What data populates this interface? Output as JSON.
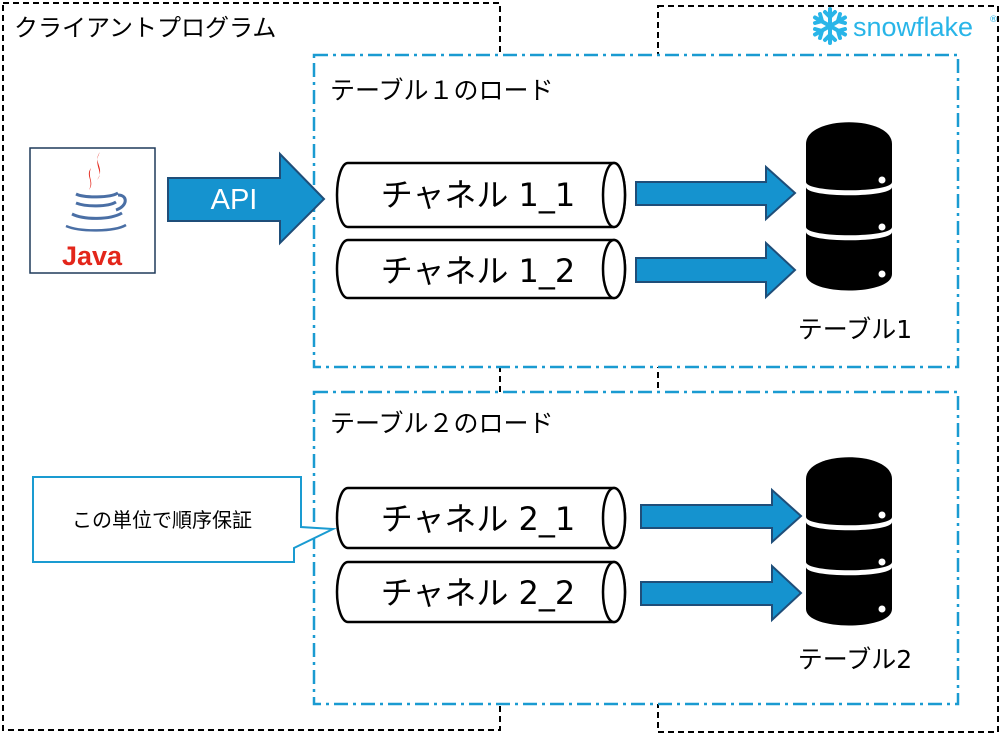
{
  "client_program": {
    "title": "クライアントプログラム"
  },
  "snowflake": {
    "logo_text": "snowflake",
    "registered_mark": "®"
  },
  "java_logo": {
    "text": "Java"
  },
  "api_arrow": {
    "label": "API"
  },
  "load_groups": [
    {
      "title": "テーブル１のロード",
      "channels": [
        "チャネル 1_1",
        "チャネル 1_2"
      ],
      "table_label": "テーブル1"
    },
    {
      "title": "テーブル２のロード",
      "channels": [
        "チャネル 2_1",
        "チャネル 2_2"
      ],
      "table_label": "テーブル2"
    }
  ],
  "callout": {
    "text": "この単位で順序保証"
  },
  "colors": {
    "accent": "#1a9bd1",
    "arrow_fill": "#1593cf",
    "arrow_stroke": "#1f4e79",
    "java_red": "#e3261b",
    "java_blue": "#4a6fa5",
    "snowflake_blue": "#29b5e8"
  }
}
